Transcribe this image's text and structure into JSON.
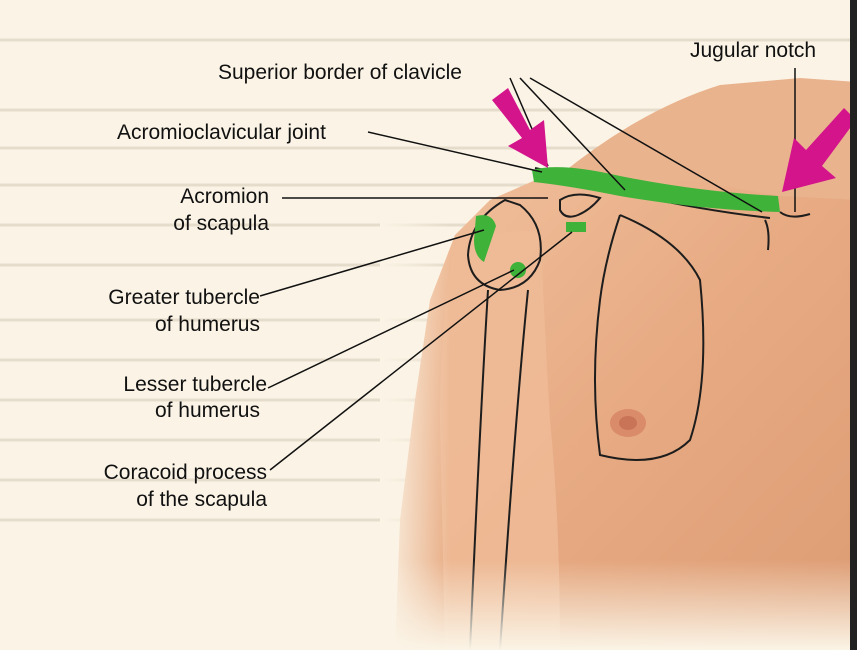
{
  "figure": {
    "labels": {
      "superior_border": "Superior border of clavicle",
      "jugular_notch": "Jugular notch",
      "acromioclavicular": "Acromioclavicular joint",
      "acromion_1": "Acromion",
      "acromion_2": "of scapula",
      "greater_1": "Greater tubercle",
      "greater_2": "of humerus",
      "lesser_1": "Lesser tubercle",
      "lesser_2": "of humerus",
      "coracoid_1": "Coracoid process",
      "coracoid_2": "of the scapula"
    },
    "colors": {
      "highlight": "#3fb23a",
      "arrow": "#d4148a",
      "skin": "#e8ad85",
      "background": "#fbf4e6"
    }
  }
}
